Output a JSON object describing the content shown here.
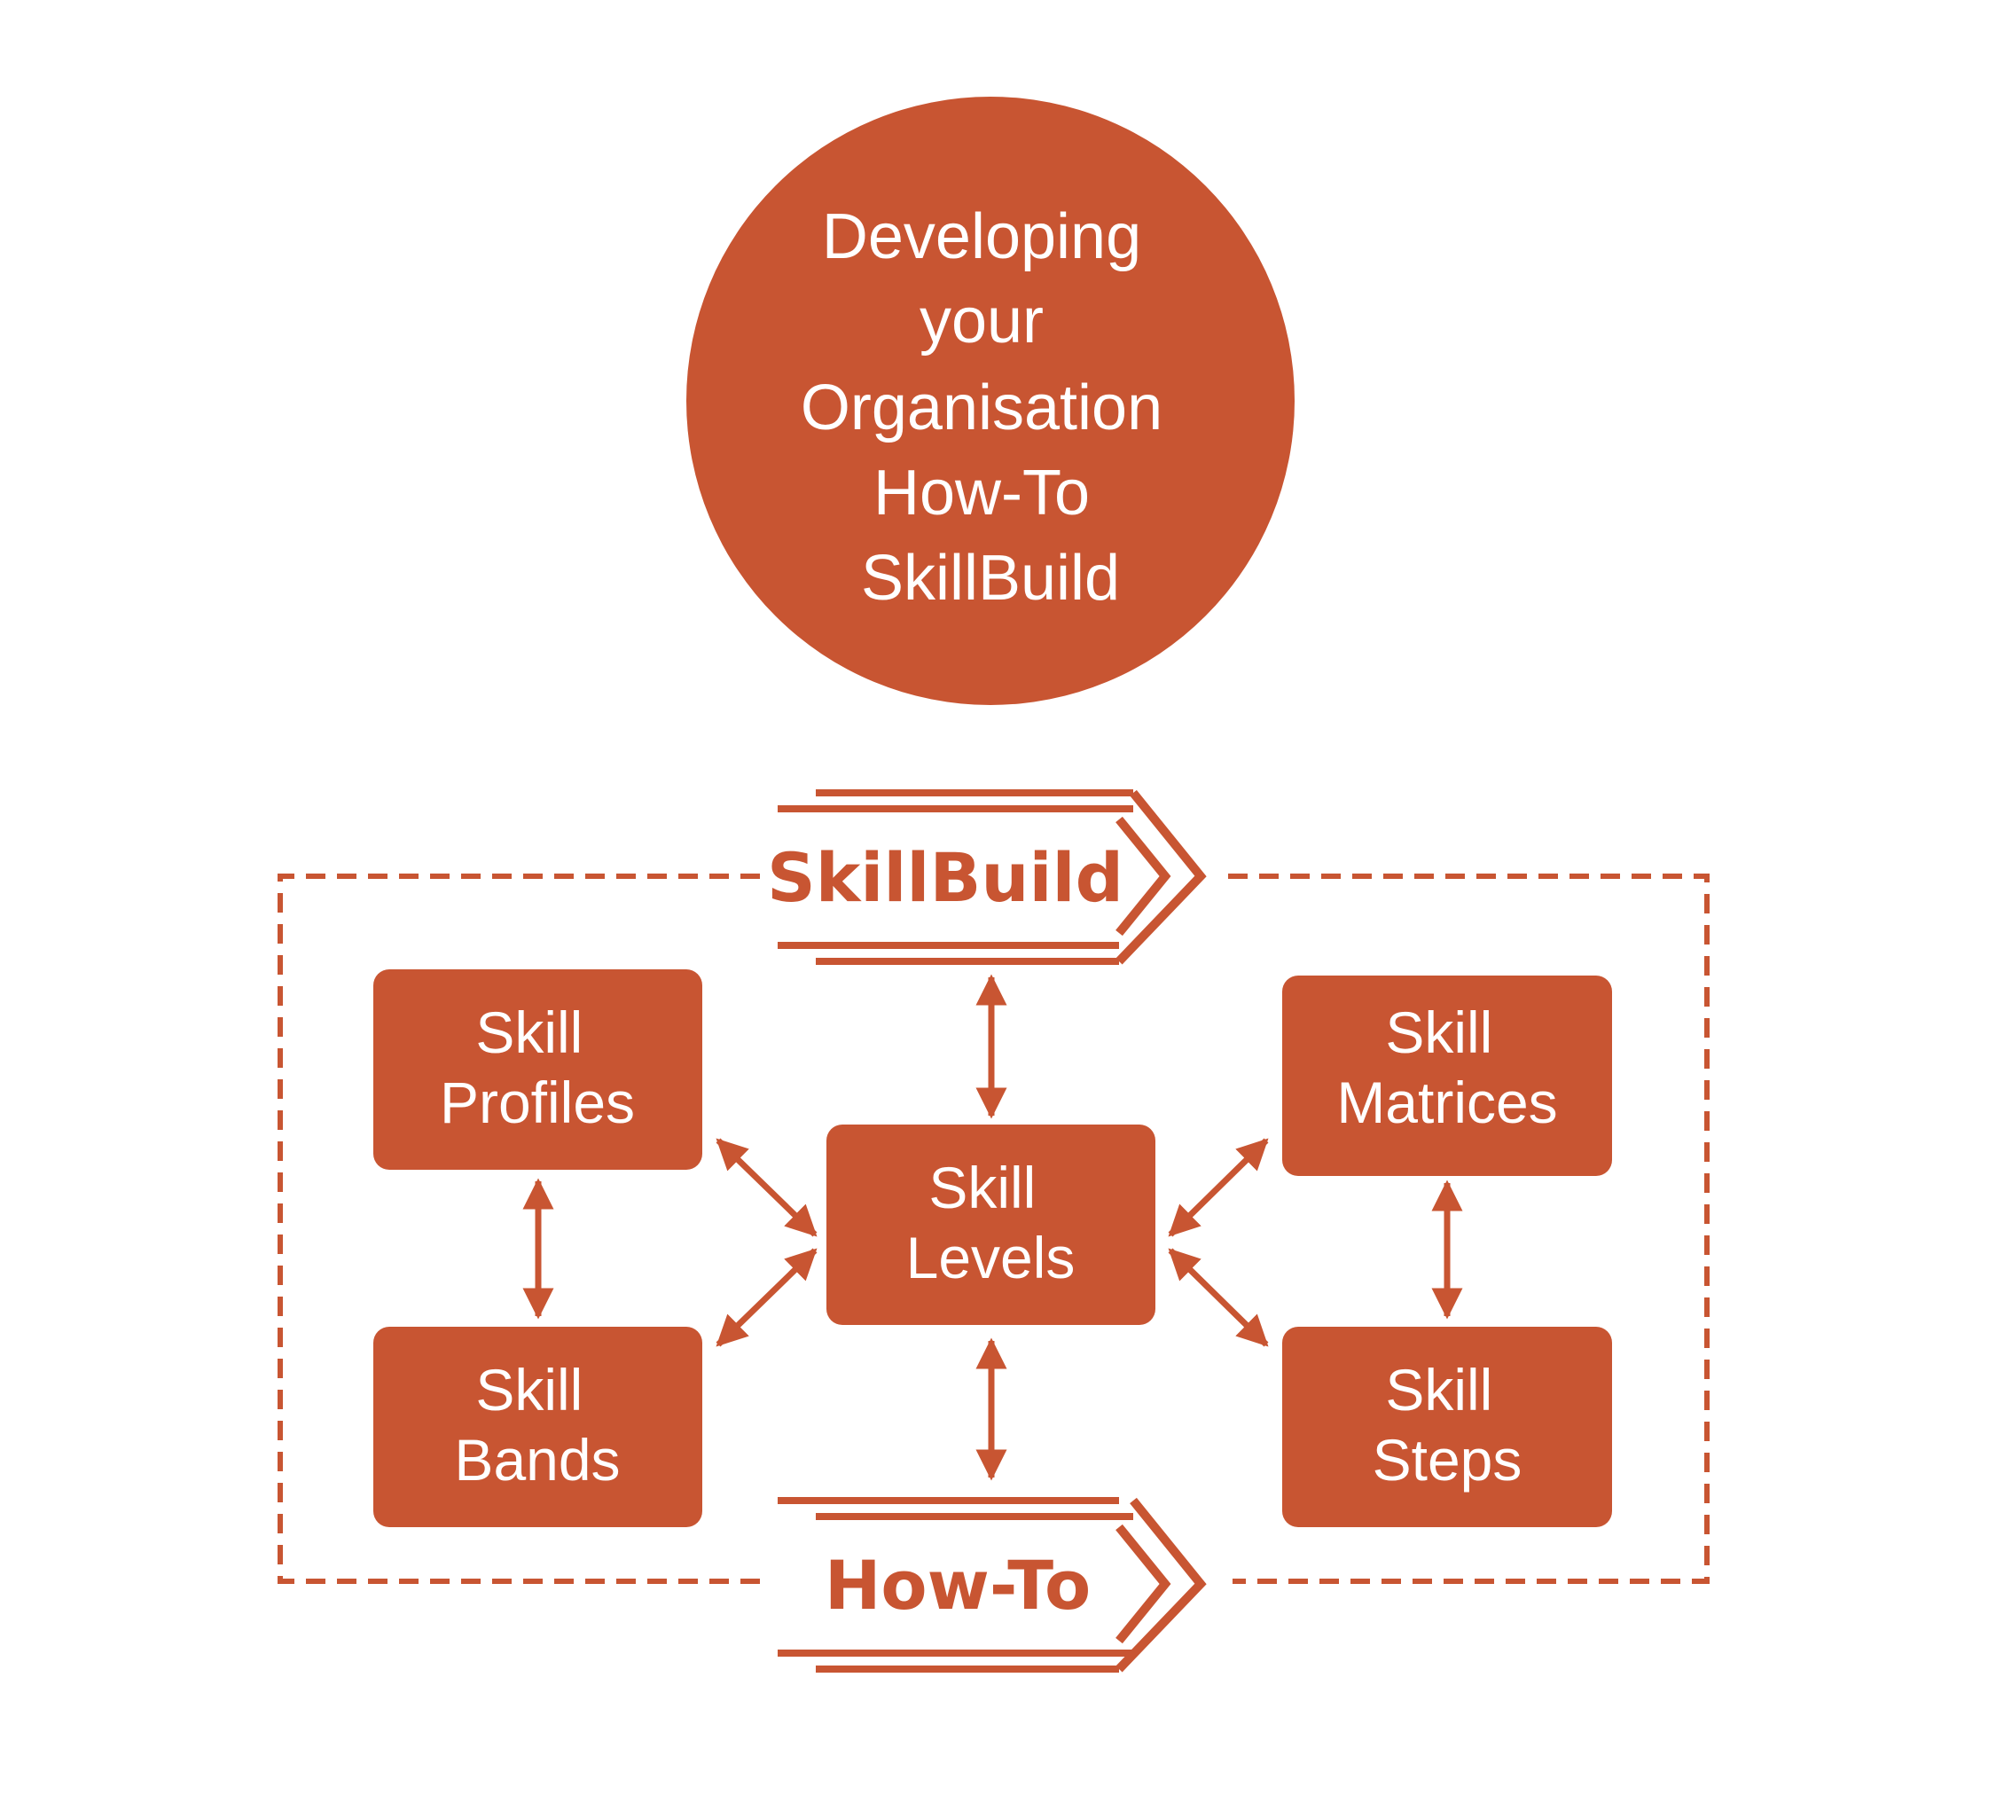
{
  "colors": {
    "primary": "#c85532",
    "background": "#ffffff"
  },
  "hub": {
    "lines": [
      "Developing",
      "your",
      "Organisation",
      "How-To",
      "SkillBuild"
    ]
  },
  "banners": {
    "top": "SkillBuild",
    "bottom": "How-To"
  },
  "boxes": {
    "skill_profiles": {
      "line1": "Skill",
      "line2": "Profiles"
    },
    "skill_bands": {
      "line1": "Skill",
      "line2": "Bands"
    },
    "skill_levels": {
      "line1": "Skill",
      "line2": "Levels"
    },
    "skill_matrices": {
      "line1": "Skill",
      "line2": "Matrices"
    },
    "skill_steps": {
      "line1": "Skill",
      "line2": "Steps"
    }
  },
  "connections": [
    {
      "from": "skillbuild-banner",
      "to": "skill-levels",
      "direction": "both"
    },
    {
      "from": "skill-levels",
      "to": "howto-banner",
      "direction": "both"
    },
    {
      "from": "skill-profiles",
      "to": "skill-bands",
      "direction": "both"
    },
    {
      "from": "skill-matrices",
      "to": "skill-steps",
      "direction": "both"
    },
    {
      "from": "skill-profiles",
      "to": "skill-levels",
      "direction": "both"
    },
    {
      "from": "skill-bands",
      "to": "skill-levels",
      "direction": "both"
    },
    {
      "from": "skill-matrices",
      "to": "skill-levels",
      "direction": "both"
    },
    {
      "from": "skill-steps",
      "to": "skill-levels",
      "direction": "both"
    }
  ]
}
